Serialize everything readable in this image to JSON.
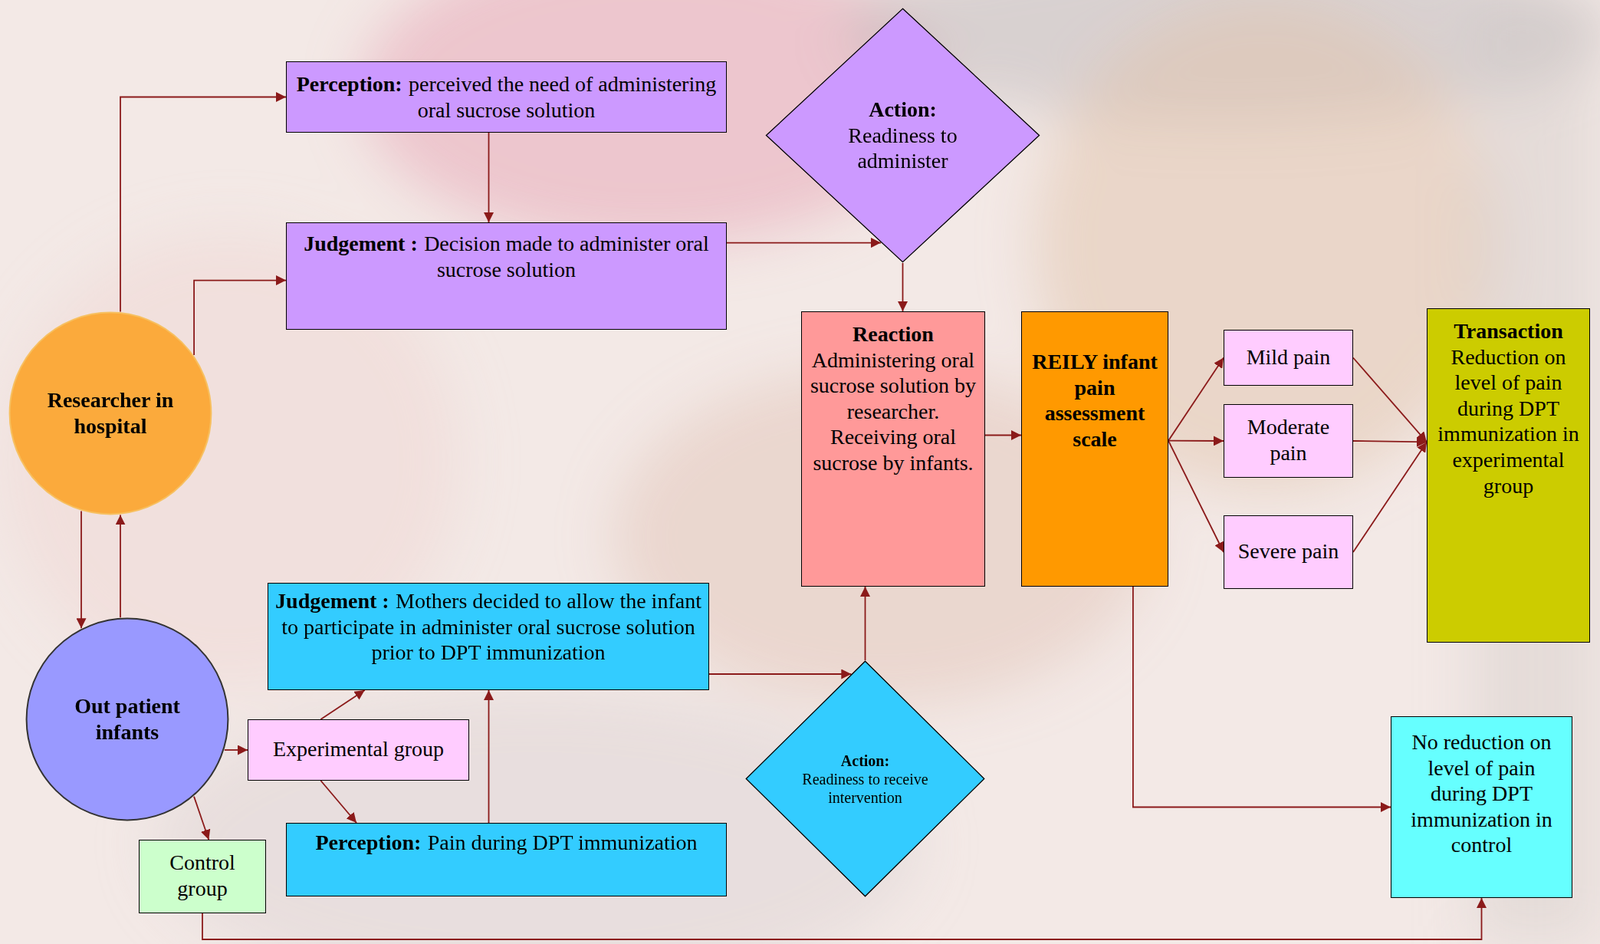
{
  "diagram": {
    "nodes": [
      {
        "text": [
          "Perception:",
          "perceived the need of administering oral sucrose solution"
        ]
      },
      {
        "text": [
          "Action:",
          "Readiness to administer"
        ]
      },
      {
        "text": [
          "Judgement :",
          "Decision made to administer oral sucrose solution"
        ]
      },
      {
        "text": [
          "Researcher in hospital"
        ]
      },
      {
        "text": [
          "Reaction",
          "Administering oral sucrose solution by researcher. Receiving oral sucrose by infants."
        ]
      },
      {
        "text": [
          "REILY infant pain assessment scale"
        ]
      },
      {
        "text": [
          "Mild pain"
        ]
      },
      {
        "text": [
          "Moderate pain"
        ]
      },
      {
        "text": [
          "Severe pain"
        ]
      },
      {
        "text": [
          "Transaction",
          "Reduction on level of pain during DPT immunization in experimental group"
        ]
      },
      {
        "text": [
          "Judgement :",
          "Mothers decided to allow the infant to participate in administer oral sucrose solution prior to DPT immunization"
        ]
      },
      {
        "text": [
          "Out patient infants"
        ]
      },
      {
        "text": [
          "Experimental group"
        ]
      },
      {
        "text": [
          "No reduction on level of pain during DPT immunization in control"
        ]
      },
      {
        "text": [
          "Action:",
          "Readiness to receive intervention"
        ]
      },
      {
        "text": [
          "Control group"
        ]
      },
      {
        "text": [
          "Perception:",
          "Pain during DPT immunization"
        ]
      }
    ],
    "edges": [
      {
        "from": 3,
        "to": 0,
        "arrow": "to"
      },
      {
        "from": 3,
        "to": 2,
        "arrow": "to"
      },
      {
        "from": 0,
        "to": 2,
        "arrow": "to"
      },
      {
        "from": 2,
        "to": 1,
        "arrow": "to"
      },
      {
        "from": 1,
        "to": 4,
        "arrow": "to"
      },
      {
        "from": 4,
        "to": 5,
        "arrow": "to"
      },
      {
        "from": 5,
        "to": 6,
        "arrow": "to"
      },
      {
        "from": 5,
        "to": 7,
        "arrow": "to"
      },
      {
        "from": 5,
        "to": 8,
        "arrow": "to"
      },
      {
        "from": 6,
        "to": 9,
        "arrow": "to"
      },
      {
        "from": 7,
        "to": 9,
        "arrow": "to"
      },
      {
        "from": 8,
        "to": 9,
        "arrow": "to"
      },
      {
        "from": 5,
        "to": 13,
        "arrow": "to"
      },
      {
        "from": 3,
        "to": 11,
        "arrow": "to"
      },
      {
        "from": 11,
        "to": 3,
        "arrow": "to"
      },
      {
        "from": 11,
        "to": 12,
        "arrow": "to"
      },
      {
        "from": 11,
        "to": 15,
        "arrow": "to"
      },
      {
        "from": 12,
        "to": 10,
        "arrow": "to"
      },
      {
        "from": 12,
        "to": 16,
        "arrow": "to"
      },
      {
        "from": 16,
        "to": 10,
        "arrow": "to"
      },
      {
        "from": 10,
        "to": 14,
        "arrow": "to"
      },
      {
        "from": 14,
        "to": 4,
        "arrow": "to"
      },
      {
        "from": 15,
        "to": 13,
        "arrow": "to"
      }
    ]
  }
}
